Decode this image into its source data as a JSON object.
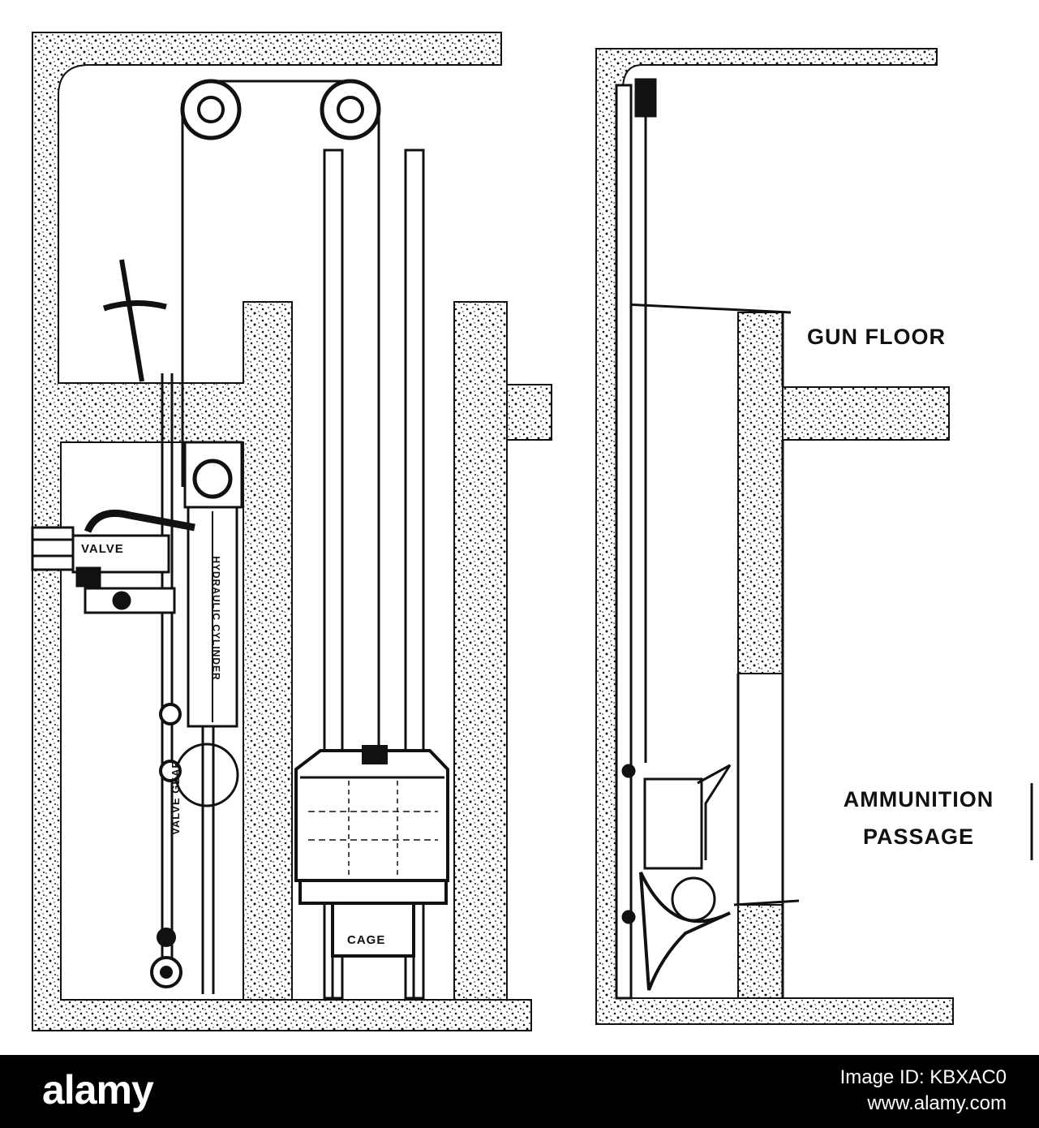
{
  "labels": {
    "gun_floor": "GUN FLOOR",
    "ammunition": "AMMUNITION",
    "passage": "PASSAGE",
    "valve": "VALVE",
    "cage": "CAGE",
    "valve_gear": "VALVE GEAR",
    "cylinder": "HYDRAULIC CYLINDER"
  },
  "watermark": {
    "brand": "alamy",
    "image_id": "Image ID: KBXAC0",
    "url": "www.alamy.com"
  },
  "colors": {
    "ink": "#111111",
    "paper": "#ffffff",
    "footer": "#000000"
  }
}
